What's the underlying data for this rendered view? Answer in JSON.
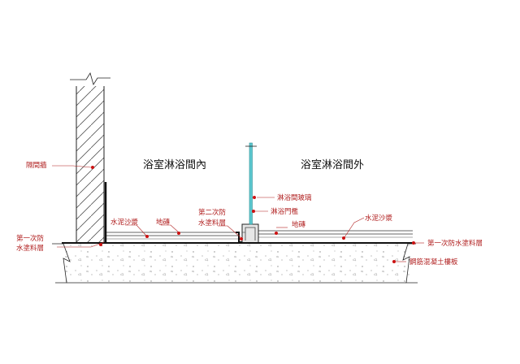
{
  "titles": {
    "inside": "浴室淋浴間內",
    "outside": "浴室淋浴間外"
  },
  "labels": {
    "partition_wall": "隔間牆",
    "first_waterproof_left_1": "第一次防",
    "first_waterproof_left_2": "水塗料層",
    "cement_mortar_left": "水泥沙漿",
    "floor_tile_left": "地磚",
    "second_waterproof_1": "第二次防",
    "second_waterproof_2": "水塗料層",
    "shower_glass": "淋浴間玻璃",
    "shower_threshold": "淋浴門檻",
    "floor_tile_right": "地磚",
    "cement_mortar_right": "水泥沙漿",
    "first_waterproof_right": "第一次防水塗料層",
    "rc_slab": "鋼筋混凝土樓板"
  },
  "colors": {
    "label_text": "#b01e1e",
    "leader_dot": "#cc1111",
    "glass": "#5cc8d0",
    "line": "#222222"
  }
}
